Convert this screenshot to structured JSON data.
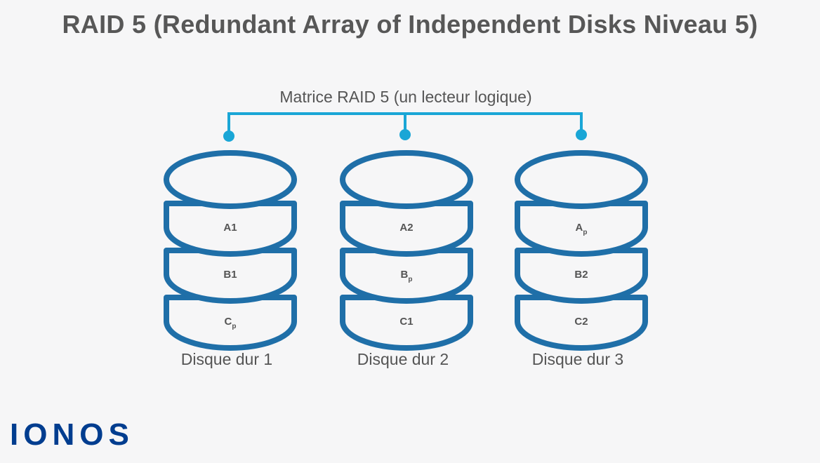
{
  "title": "RAID 5 (Redundant Array of Independent Disks Niveau 5)",
  "array_label": "Matrice RAID 5 (un lecteur logique)",
  "disks": [
    {
      "label": "Disque dur 1",
      "blocks": [
        {
          "main": "A1",
          "sub": ""
        },
        {
          "main": "B1",
          "sub": ""
        },
        {
          "main": "C",
          "sub": "p"
        }
      ]
    },
    {
      "label": "Disque dur 2",
      "blocks": [
        {
          "main": "A2",
          "sub": ""
        },
        {
          "main": "B",
          "sub": "p"
        },
        {
          "main": "C1",
          "sub": ""
        }
      ]
    },
    {
      "label": "Disque dur  3",
      "blocks": [
        {
          "main": "A",
          "sub": "p"
        },
        {
          "main": "B2",
          "sub": ""
        },
        {
          "main": "C2",
          "sub": ""
        }
      ]
    }
  ],
  "logo": "IONOS",
  "colors": {
    "disk_stroke": "#1f6fa8",
    "disk_fill": "#f6f6f7",
    "connector": "#1aa6d6",
    "text": "#555555",
    "logo": "#003d8f"
  }
}
